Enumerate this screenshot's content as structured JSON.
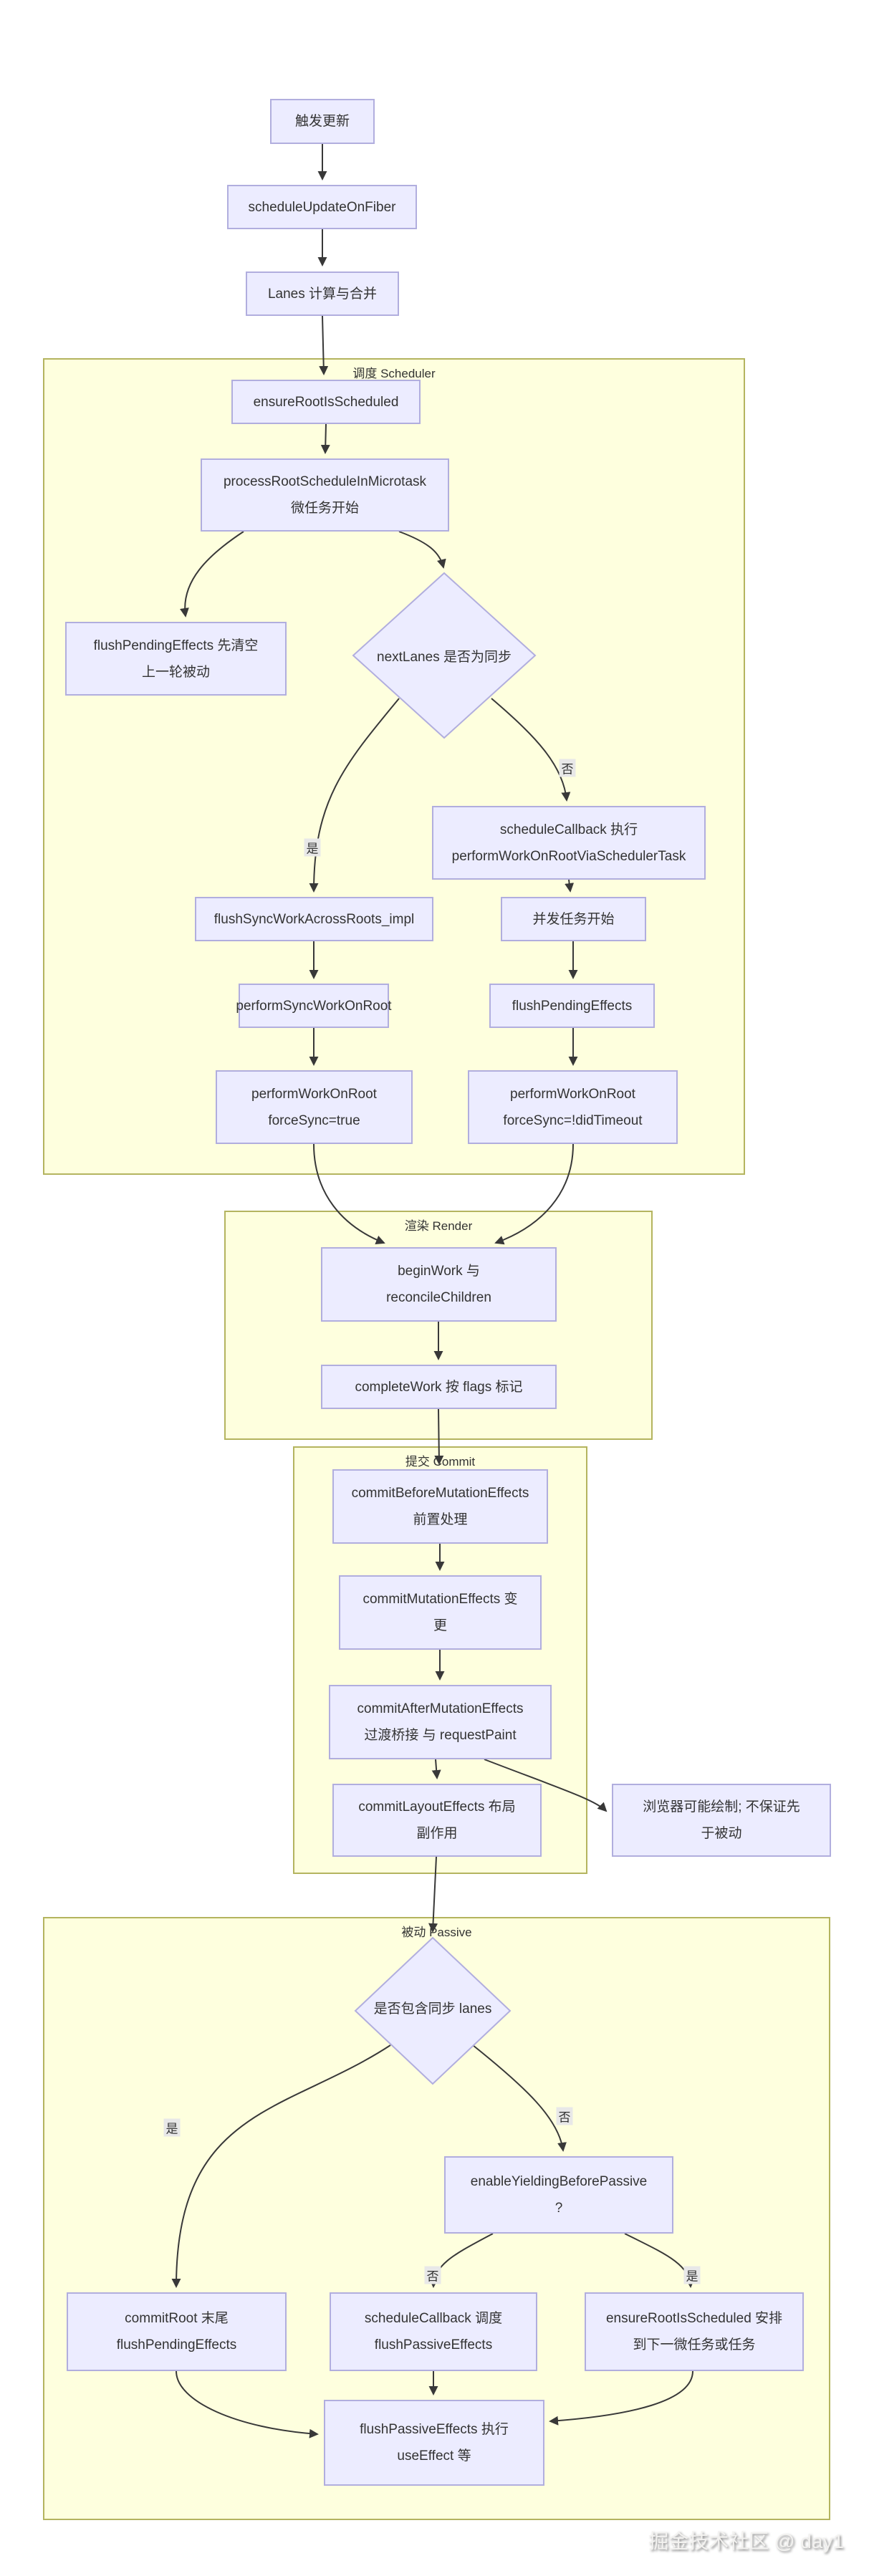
{
  "subgraphs": {
    "scheduler": "调度 Scheduler",
    "render": "渲染 Render",
    "commit": "提交 Commit",
    "passive": "被动 Passive"
  },
  "nodes": {
    "trigger": {
      "line1": "触发更新"
    },
    "schedule_update": {
      "line1": "scheduleUpdateOnFiber"
    },
    "lanes": {
      "line1": "Lanes 计算与合并"
    },
    "ensure_root": {
      "line1": "ensureRootIsScheduled"
    },
    "process_root": {
      "line1": "processRootScheduleInMicrotask",
      "line2": "微任务开始"
    },
    "flush_pending_prev": {
      "line1": "flushPendingEffects 先清空",
      "line2": "上一轮被动"
    },
    "next_lanes": {
      "line1": "nextLanes 是否为同步"
    },
    "schedule_callback": {
      "line1": "scheduleCallback 执行",
      "line2": "performWorkOnRootViaSchedulerTask"
    },
    "flush_sync_roots": {
      "line1": "flushSyncWorkAcrossRoots_impl"
    },
    "concurrent_start": {
      "line1": "并发任务开始"
    },
    "perform_sync": {
      "line1": "performSyncWorkOnRoot"
    },
    "flush_pending": {
      "line1": "flushPendingEffects"
    },
    "perform_force_true": {
      "line1": "performWorkOnRoot",
      "line2": "forceSync=true"
    },
    "perform_force_timeout": {
      "line1": "performWorkOnRoot",
      "line2": "forceSync=!didTimeout"
    },
    "begin_work": {
      "line1": "beginWork 与",
      "line2": "reconcileChildren"
    },
    "complete_work": {
      "line1": "completeWork 按 flags 标记"
    },
    "commit_before": {
      "line1": "commitBeforeMutationEffects",
      "line2": "前置处理"
    },
    "commit_mutation": {
      "line1": "commitMutationEffects 变",
      "line2": "更"
    },
    "commit_after": {
      "line1": "commitAfterMutationEffects",
      "line2": "过渡桥接 与 requestPaint"
    },
    "commit_layout": {
      "line1": "commitLayoutEffects 布局",
      "line2": "副作用"
    },
    "browser_paint": {
      "line1": "浏览器可能绘制; 不保证先",
      "line2": "于被动"
    },
    "sync_lanes": {
      "line1": "是否包含同步 lanes"
    },
    "enable_yielding": {
      "line1": "enableYieldingBeforePassive",
      "line2": "?"
    },
    "commit_root_tail": {
      "line1": "commitRoot 末尾",
      "line2": "flushPendingEffects"
    },
    "schedule_cb_passive": {
      "line1": "scheduleCallback 调度",
      "line2": "flushPassiveEffects"
    },
    "ensure_root_next": {
      "line1": "ensureRootIsScheduled 安排",
      "line2": "到下一微任务或任务"
    },
    "flush_passive": {
      "line1": "flushPassiveEffects 执行",
      "line2": "useEffect 等"
    }
  },
  "edge_labels": {
    "sched_yes": "是",
    "sched_no": "否",
    "passive_yes": "是",
    "passive_no": "否",
    "yield_no": "否",
    "yield_yes": "是"
  },
  "watermark": "掘金技术社区 @ day1",
  "colors": {
    "node_fill": "#ECECFF",
    "node_border": "#b1aede",
    "subgraph_fill": "#feffde",
    "subgraph_border": "#b4b45f",
    "edge": "#383838",
    "edge_label_bg": "#e8e8e8",
    "text": "#333333"
  }
}
